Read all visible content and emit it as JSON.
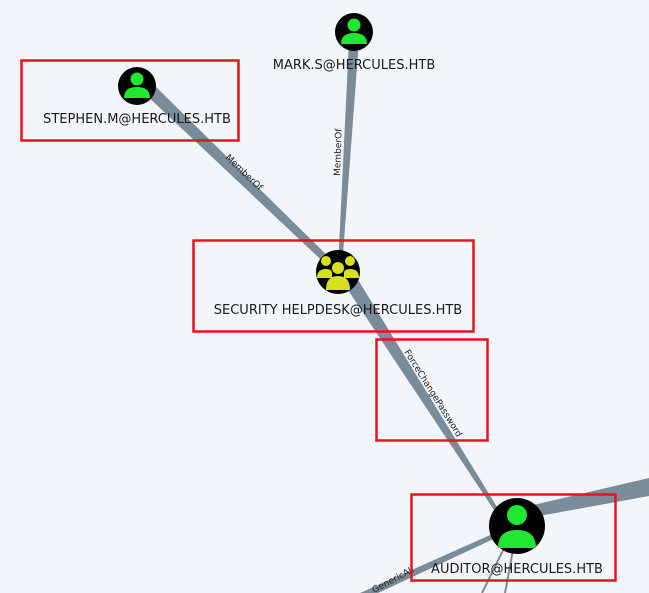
{
  "graph": {
    "background": "#f2f5fa",
    "edge_color": "#7a8c99",
    "highlight_color": "#e8141c",
    "user_icon_color": "#1ee832",
    "group_icon_color": "#d6e01c",
    "nodes": [
      {
        "id": "stephen",
        "type": "user",
        "label": "STEPHEN.M@HERCULES.HTB",
        "icon": "user-icon",
        "highlighted": true
      },
      {
        "id": "mark",
        "type": "user",
        "label": "MARK.S@HERCULES.HTB",
        "icon": "user-icon",
        "highlighted": false
      },
      {
        "id": "helpdesk",
        "type": "group",
        "label": "SECURITY HELPDESK@HERCULES.HTB",
        "icon": "group-icon",
        "highlighted": true
      },
      {
        "id": "auditor",
        "type": "user",
        "label": "AUDITOR@HERCULES.HTB",
        "icon": "user-icon",
        "highlighted": true
      }
    ],
    "edges": [
      {
        "from": "stephen",
        "to": "helpdesk",
        "label": "MemberOf"
      },
      {
        "from": "mark",
        "to": "helpdesk",
        "label": "MemberOf"
      },
      {
        "from": "helpdesk",
        "to": "auditor",
        "label": "ForceChangePassword",
        "highlighted": true
      },
      {
        "from": "auditor",
        "to": "offscreen-left",
        "label": "GenericAll"
      },
      {
        "from": "auditor",
        "to": "offscreen-right",
        "label": ""
      },
      {
        "from": "auditor",
        "to": "offscreen-bottom-1",
        "label": ""
      },
      {
        "from": "auditor",
        "to": "offscreen-bottom-2",
        "label": ""
      }
    ]
  }
}
